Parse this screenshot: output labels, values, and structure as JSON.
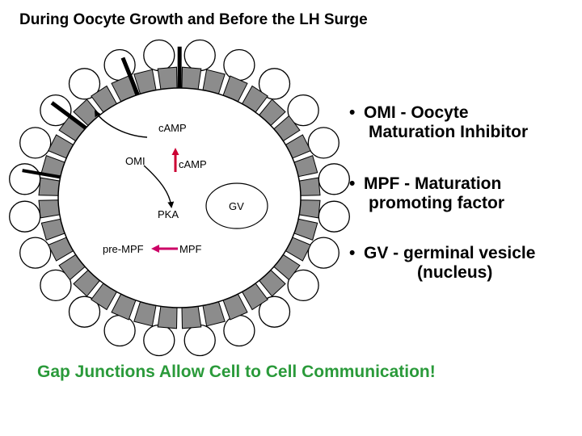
{
  "title": "During Oocyte Growth and Before the LH Surge",
  "labels": {
    "camp_top": "cAMP",
    "omi": "OMI",
    "camp_mid": "cAMP",
    "pka": "PKA",
    "pre_mpf": "pre-MPF",
    "mpf": "MPF",
    "gv": "GV"
  },
  "bullets": [
    {
      "line1": "OMI - Oocyte",
      "line2": "Maturation Inhibitor"
    },
    {
      "line1": "MPF - Maturation",
      "line2": "promoting factor"
    },
    {
      "line1": "GV - germinal vesicle",
      "line2": "(nucleus)"
    }
  ],
  "caption": "Gap Junctions Allow Cell to Cell Communication!",
  "colors": {
    "caption": "#2a9a3a",
    "arrow_mpf": "#cc0066",
    "arrow_camp": "#cc0033",
    "zona_segment": "#8c8c8c"
  }
}
